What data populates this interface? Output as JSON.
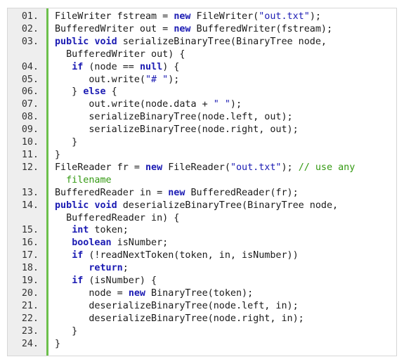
{
  "lines": [
    {
      "num": "01.",
      "parts": [
        [
          "p",
          "FileWriter fstream = "
        ],
        [
          "k",
          "new"
        ],
        [
          "p",
          " FileWriter("
        ],
        [
          "s",
          "\"out.txt\""
        ],
        [
          "p",
          ");"
        ]
      ]
    },
    {
      "num": "02.",
      "parts": [
        [
          "p",
          "BufferedWriter out = "
        ],
        [
          "k",
          "new"
        ],
        [
          "p",
          " BufferedWriter(fstream);"
        ]
      ]
    },
    {
      "num": "03.",
      "parts": [
        [
          "k",
          "public"
        ],
        [
          "p",
          " "
        ],
        [
          "k",
          "void"
        ],
        [
          "p",
          " serializeBinaryTree(BinaryTree node,"
        ]
      ]
    },
    {
      "num": "",
      "parts": [
        [
          "p",
          "  BufferedWriter out) {"
        ]
      ]
    },
    {
      "num": "04.",
      "parts": [
        [
          "p",
          "   "
        ],
        [
          "k",
          "if"
        ],
        [
          "p",
          " (node == "
        ],
        [
          "k",
          "null"
        ],
        [
          "p",
          ") {"
        ]
      ]
    },
    {
      "num": "05.",
      "parts": [
        [
          "p",
          "      out.write("
        ],
        [
          "s",
          "\"# \""
        ],
        [
          "p",
          ");"
        ]
      ]
    },
    {
      "num": "06.",
      "parts": [
        [
          "p",
          "   } "
        ],
        [
          "k",
          "else"
        ],
        [
          "p",
          " {"
        ]
      ]
    },
    {
      "num": "07.",
      "parts": [
        [
          "p",
          "      out.write(node.data + "
        ],
        [
          "s",
          "\" \""
        ],
        [
          "p",
          ");"
        ]
      ]
    },
    {
      "num": "08.",
      "parts": [
        [
          "p",
          "      serializeBinaryTree(node.left, out);"
        ]
      ]
    },
    {
      "num": "09.",
      "parts": [
        [
          "p",
          "      serializeBinaryTree(node.right, out);"
        ]
      ]
    },
    {
      "num": "10.",
      "parts": [
        [
          "p",
          "   }"
        ]
      ]
    },
    {
      "num": "11.",
      "parts": [
        [
          "p",
          "}"
        ]
      ]
    },
    {
      "num": "12.",
      "parts": [
        [
          "p",
          "FileReader fr = "
        ],
        [
          "k",
          "new"
        ],
        [
          "p",
          " FileReader("
        ],
        [
          "s",
          "\"out.txt\""
        ],
        [
          "p",
          "); "
        ],
        [
          "c",
          "// use any"
        ]
      ]
    },
    {
      "num": "",
      "parts": [
        [
          "c",
          "  filename"
        ]
      ]
    },
    {
      "num": "13.",
      "parts": [
        [
          "p",
          "BufferedReader in = "
        ],
        [
          "k",
          "new"
        ],
        [
          "p",
          " BufferedReader(fr);"
        ]
      ]
    },
    {
      "num": "14.",
      "parts": [
        [
          "k",
          "public"
        ],
        [
          "p",
          " "
        ],
        [
          "k",
          "void"
        ],
        [
          "p",
          " deserializeBinaryTree(BinaryTree node,"
        ]
      ]
    },
    {
      "num": "",
      "parts": [
        [
          "p",
          "  BufferedReader in) {"
        ]
      ]
    },
    {
      "num": "15.",
      "parts": [
        [
          "p",
          "   "
        ],
        [
          "k",
          "int"
        ],
        [
          "p",
          " token;"
        ]
      ]
    },
    {
      "num": "16.",
      "parts": [
        [
          "p",
          "   "
        ],
        [
          "k",
          "boolean"
        ],
        [
          "p",
          " isNumber;"
        ]
      ]
    },
    {
      "num": "17.",
      "parts": [
        [
          "p",
          "   "
        ],
        [
          "k",
          "if"
        ],
        [
          "p",
          " (!readNextToken(token, in, isNumber))"
        ]
      ]
    },
    {
      "num": "18.",
      "parts": [
        [
          "p",
          "      "
        ],
        [
          "k",
          "return"
        ],
        [
          "p",
          ";"
        ]
      ]
    },
    {
      "num": "19.",
      "parts": [
        [
          "p",
          "   "
        ],
        [
          "k",
          "if"
        ],
        [
          "p",
          " (isNumber) {"
        ]
      ]
    },
    {
      "num": "20.",
      "parts": [
        [
          "p",
          "      node = "
        ],
        [
          "k",
          "new"
        ],
        [
          "p",
          " BinaryTree(token);"
        ]
      ]
    },
    {
      "num": "21.",
      "parts": [
        [
          "p",
          "      deserializeBinaryTree(node.left, in);"
        ]
      ]
    },
    {
      "num": "22.",
      "parts": [
        [
          "p",
          "      deserializeBinaryTree(node.right, in);"
        ]
      ]
    },
    {
      "num": "23.",
      "parts": [
        [
          "p",
          "   }"
        ]
      ]
    },
    {
      "num": "24.",
      "parts": [
        [
          "p",
          "}"
        ]
      ]
    }
  ],
  "colors": {
    "keyword": "#1b1bb3",
    "string": "#1b1bb3",
    "comment": "#339911",
    "gutter_background": "#eeeeee",
    "gutter_accent": "#6cbf4b"
  }
}
